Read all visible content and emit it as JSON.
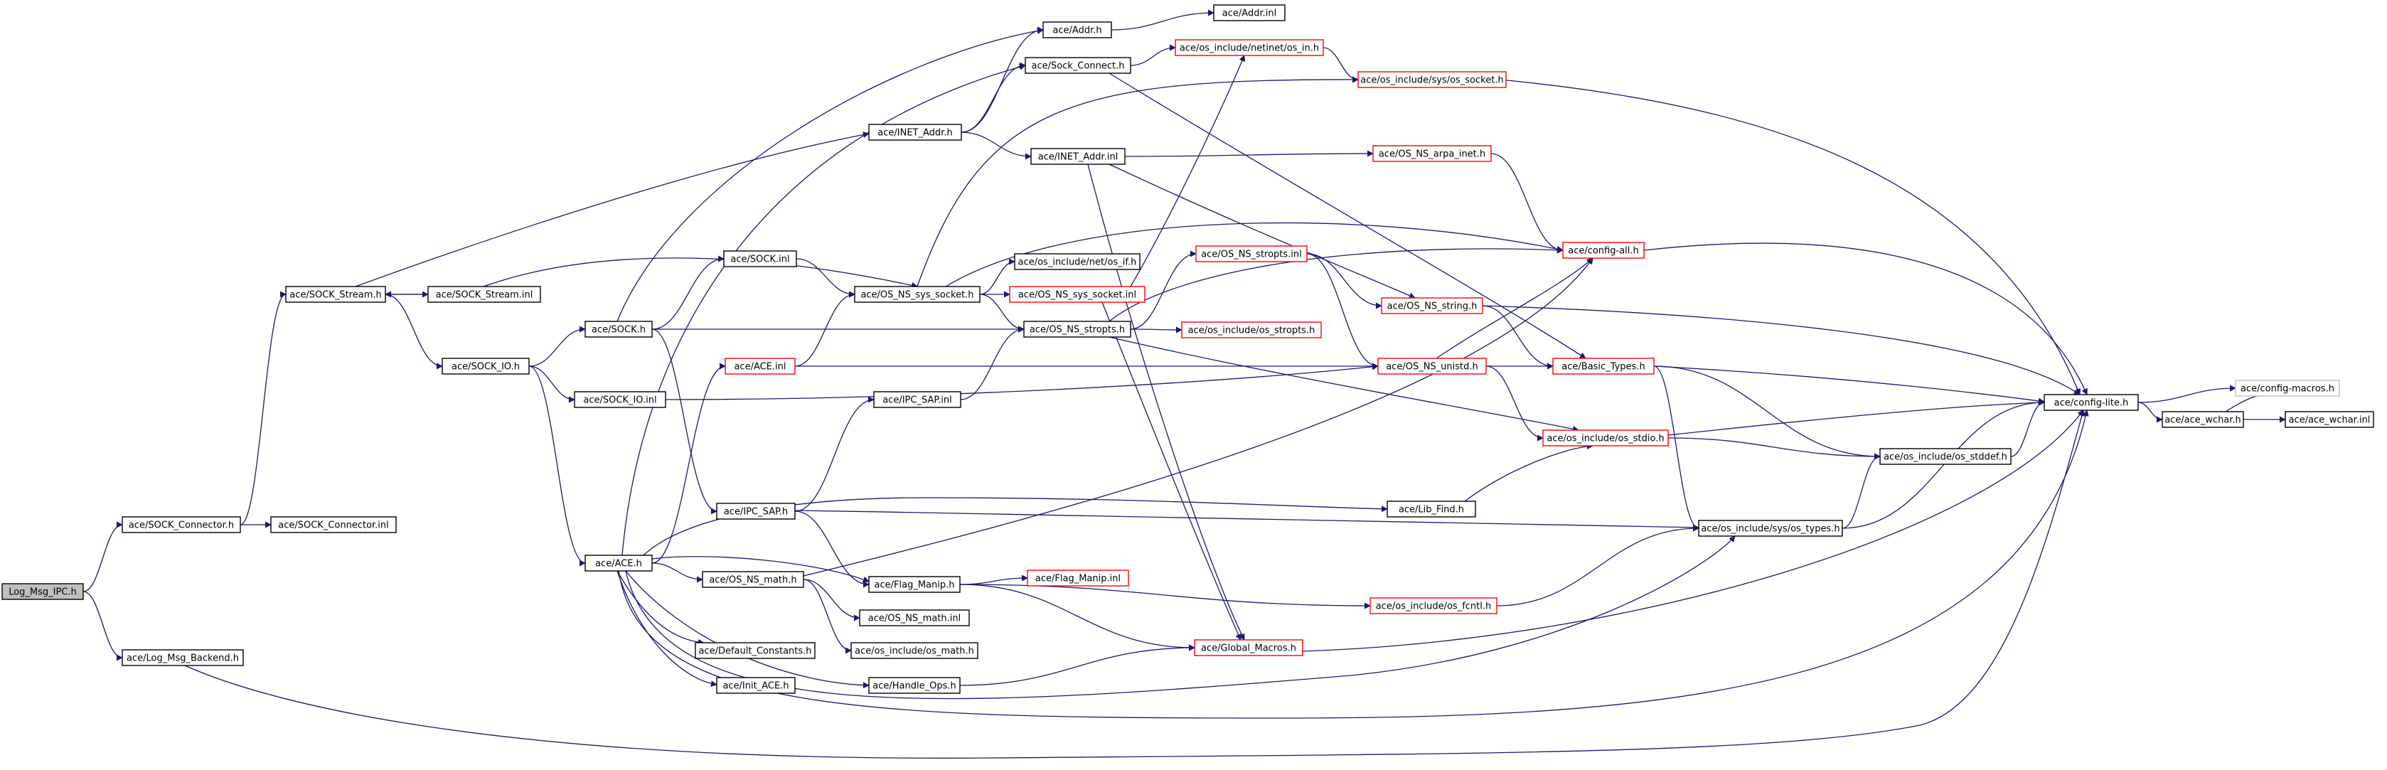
{
  "colors": {
    "edge": "#191970",
    "border_normal": "#000000",
    "border_truncated": "#ff0000",
    "border_external": "#bfbfbf",
    "fill_root": "#bfbfbf",
    "fill": "#ffffff",
    "text": "#000000"
  },
  "nodes": [
    {
      "id": "log_msg_ipc",
      "label": "Log_Msg_IPC.h",
      "kind": "root"
    },
    {
      "id": "sock_connector_h",
      "label": "ace/SOCK_Connector.h",
      "kind": "normal"
    },
    {
      "id": "log_msg_backend",
      "label": "ace/Log_Msg_Backend.h",
      "kind": "normal"
    },
    {
      "id": "sock_connector_inl",
      "label": "ace/SOCK_Connector.inl",
      "kind": "normal"
    },
    {
      "id": "sock_stream_h",
      "label": "ace/SOCK_Stream.h",
      "kind": "normal"
    },
    {
      "id": "sock_stream_inl",
      "label": "ace/SOCK_Stream.inl",
      "kind": "normal"
    },
    {
      "id": "sock_io_h",
      "label": "ace/SOCK_IO.h",
      "kind": "normal"
    },
    {
      "id": "sock_h",
      "label": "ace/SOCK.h",
      "kind": "normal"
    },
    {
      "id": "sock_io_inl",
      "label": "ace/SOCK_IO.inl",
      "kind": "normal"
    },
    {
      "id": "ace_h",
      "label": "ace/ACE.h",
      "kind": "normal"
    },
    {
      "id": "inet_addr_h",
      "label": "ace/INET_Addr.h",
      "kind": "normal"
    },
    {
      "id": "sock_inl",
      "label": "ace/SOCK.inl",
      "kind": "normal"
    },
    {
      "id": "ace_inl",
      "label": "ace/ACE.inl",
      "kind": "truncated"
    },
    {
      "id": "ipc_sap_inl",
      "label": "ace/IPC_SAP.inl",
      "kind": "normal"
    },
    {
      "id": "ipc_sap_h",
      "label": "ace/IPC_SAP.h",
      "kind": "normal"
    },
    {
      "id": "os_ns_math_h",
      "label": "ace/OS_NS_math.h",
      "kind": "normal"
    },
    {
      "id": "default_constants",
      "label": "ace/Default_Constants.h",
      "kind": "normal"
    },
    {
      "id": "init_ace",
      "label": "ace/Init_ACE.h",
      "kind": "normal"
    },
    {
      "id": "addr_h",
      "label": "ace/Addr.h",
      "kind": "normal"
    },
    {
      "id": "sock_connect_h",
      "label": "ace/Sock_Connect.h",
      "kind": "normal"
    },
    {
      "id": "inet_addr_inl",
      "label": "ace/INET_Addr.inl",
      "kind": "normal"
    },
    {
      "id": "os_ns_sys_socket_h",
      "label": "ace/OS_NS_sys_socket.h",
      "kind": "normal"
    },
    {
      "id": "os_ns_stropts_h",
      "label": "ace/OS_NS_stropts.h",
      "kind": "normal"
    },
    {
      "id": "os_include_net_if",
      "label": "ace/os_include/net/os_if.h",
      "kind": "normal"
    },
    {
      "id": "os_ns_sys_socket_inl",
      "label": "ace/OS_NS_sys_socket.inl",
      "kind": "truncated"
    },
    {
      "id": "flag_manip_h",
      "label": "ace/Flag_Manip.h",
      "kind": "normal"
    },
    {
      "id": "os_ns_math_inl",
      "label": "ace/OS_NS_math.inl",
      "kind": "normal"
    },
    {
      "id": "os_include_math",
      "label": "ace/os_include/os_math.h",
      "kind": "normal"
    },
    {
      "id": "handle_ops",
      "label": "ace/Handle_Ops.h",
      "kind": "normal"
    },
    {
      "id": "addr_inl",
      "label": "ace/Addr.inl",
      "kind": "normal"
    },
    {
      "id": "netinet_os_in",
      "label": "ace/os_include/netinet/os_in.h",
      "kind": "truncated"
    },
    {
      "id": "sys_os_socket",
      "label": "ace/os_include/sys/os_socket.h",
      "kind": "truncated"
    },
    {
      "id": "os_ns_arpa_inet",
      "label": "ace/OS_NS_arpa_inet.h",
      "kind": "truncated"
    },
    {
      "id": "config_all",
      "label": "ace/config-all.h",
      "kind": "truncated"
    },
    {
      "id": "os_ns_stropts_inl",
      "label": "ace/OS_NS_stropts.inl",
      "kind": "truncated"
    },
    {
      "id": "os_ns_string",
      "label": "ace/OS_NS_string.h",
      "kind": "truncated"
    },
    {
      "id": "os_include_stropts",
      "label": "ace/os_include/os_stropts.h",
      "kind": "truncated"
    },
    {
      "id": "os_ns_unistd",
      "label": "ace/OS_NS_unistd.h",
      "kind": "truncated"
    },
    {
      "id": "basic_types",
      "label": "ace/Basic_Types.h",
      "kind": "truncated"
    },
    {
      "id": "os_include_stdio",
      "label": "ace/os_include/os_stdio.h",
      "kind": "truncated"
    },
    {
      "id": "lib_find",
      "label": "ace/Lib_Find.h",
      "kind": "normal"
    },
    {
      "id": "sys_os_types",
      "label": "ace/os_include/sys/os_types.h",
      "kind": "normal"
    },
    {
      "id": "flag_manip_inl",
      "label": "ace/Flag_Manip.inl",
      "kind": "truncated"
    },
    {
      "id": "os_include_fcntl",
      "label": "ace/os_include/os_fcntl.h",
      "kind": "truncated"
    },
    {
      "id": "global_macros",
      "label": "ace/Global_Macros.h",
      "kind": "truncated"
    },
    {
      "id": "config_lite",
      "label": "ace/config-lite.h",
      "kind": "normal"
    },
    {
      "id": "os_include_stddef",
      "label": "ace/os_include/os_stddef.h",
      "kind": "normal"
    },
    {
      "id": "config_macros",
      "label": "ace/config-macros.h",
      "kind": "external"
    },
    {
      "id": "ace_wchar_h",
      "label": "ace/ace_wchar.h",
      "kind": "normal"
    },
    {
      "id": "ace_wchar_inl",
      "label": "ace/ace_wchar.inl",
      "kind": "normal"
    }
  ],
  "edges": [
    [
      "log_msg_ipc",
      "sock_connector_h"
    ],
    [
      "log_msg_ipc",
      "log_msg_backend"
    ],
    [
      "sock_connector_h",
      "sock_connector_inl"
    ],
    [
      "sock_connector_h",
      "sock_stream_h"
    ],
    [
      "log_msg_backend",
      "config_lite"
    ],
    [
      "sock_stream_h",
      "sock_stream_inl"
    ],
    [
      "sock_stream_inl",
      "sock_stream_h"
    ],
    [
      "sock_stream_h",
      "sock_io_h"
    ],
    [
      "sock_stream_h",
      "inet_addr_h"
    ],
    [
      "sock_stream_inl",
      "os_ns_sys_socket_h"
    ],
    [
      "sock_io_h",
      "sock_h"
    ],
    [
      "sock_io_h",
      "sock_io_inl"
    ],
    [
      "sock_io_h",
      "ace_h"
    ],
    [
      "sock_h",
      "sock_inl"
    ],
    [
      "sock_h",
      "addr_h"
    ],
    [
      "sock_h",
      "os_ns_stropts_h"
    ],
    [
      "sock_h",
      "ipc_sap_h"
    ],
    [
      "sock_io_inl",
      "os_ns_unistd"
    ],
    [
      "sock_inl",
      "os_ns_sys_socket_h"
    ],
    [
      "ace_h",
      "sock_connect_h"
    ],
    [
      "ace_h",
      "ace_inl"
    ],
    [
      "ace_h",
      "os_ns_math_h"
    ],
    [
      "ace_h",
      "flag_manip_h"
    ],
    [
      "ace_h",
      "default_constants"
    ],
    [
      "ace_h",
      "init_ace"
    ],
    [
      "ace_h",
      "handle_ops"
    ],
    [
      "ace_h",
      "lib_find"
    ],
    [
      "ace_h",
      "sys_os_types"
    ],
    [
      "ace_h",
      "config_lite"
    ],
    [
      "ace_inl",
      "os_ns_sys_socket_h"
    ],
    [
      "ace_inl",
      "os_ns_unistd"
    ],
    [
      "ipc_sap_h",
      "ipc_sap_inl"
    ],
    [
      "ipc_sap_h",
      "flag_manip_h"
    ],
    [
      "ipc_sap_h",
      "sys_os_types"
    ],
    [
      "ipc_sap_inl",
      "os_ns_stropts_h"
    ],
    [
      "os_ns_math_h",
      "os_ns_math_inl"
    ],
    [
      "os_ns_math_h",
      "os_include_math"
    ],
    [
      "os_ns_math_h",
      "config_all"
    ],
    [
      "inet_addr_h",
      "addr_h"
    ],
    [
      "inet_addr_h",
      "sock_connect_h"
    ],
    [
      "inet_addr_h",
      "inet_addr_inl"
    ],
    [
      "addr_h",
      "addr_inl"
    ],
    [
      "sock_connect_h",
      "netinet_os_in"
    ],
    [
      "sock_connect_h",
      "basic_types"
    ],
    [
      "inet_addr_inl",
      "os_ns_arpa_inet"
    ],
    [
      "inet_addr_inl",
      "os_ns_string"
    ],
    [
      "inet_addr_inl",
      "global_macros"
    ],
    [
      "os_ns_sys_socket_h",
      "os_include_net_if"
    ],
    [
      "os_ns_sys_socket_h",
      "os_ns_sys_socket_inl"
    ],
    [
      "os_ns_sys_socket_h",
      "os_ns_stropts_h"
    ],
    [
      "os_ns_sys_socket_h",
      "sys_os_socket"
    ],
    [
      "os_ns_sys_socket_h",
      "config_all"
    ],
    [
      "os_ns_sys_socket_inl",
      "netinet_os_in"
    ],
    [
      "os_ns_sys_socket_inl",
      "global_macros"
    ],
    [
      "os_ns_stropts_h",
      "os_ns_stropts_inl"
    ],
    [
      "os_ns_stropts_h",
      "os_include_stropts"
    ],
    [
      "os_ns_stropts_h",
      "os_include_stdio"
    ],
    [
      "os_ns_stropts_h",
      "config_all"
    ],
    [
      "os_ns_stropts_inl",
      "os_ns_string"
    ],
    [
      "os_ns_stropts_inl",
      "os_ns_unistd"
    ],
    [
      "flag_manip_h",
      "flag_manip_inl"
    ],
    [
      "flag_manip_h",
      "os_include_fcntl"
    ],
    [
      "flag_manip_h",
      "global_macros"
    ],
    [
      "handle_ops",
      "global_macros"
    ],
    [
      "netinet_os_in",
      "sys_os_socket"
    ],
    [
      "sys_os_socket",
      "config_lite"
    ],
    [
      "os_ns_arpa_inet",
      "config_all"
    ],
    [
      "config_all",
      "config_lite"
    ],
    [
      "os_ns_string",
      "basic_types"
    ],
    [
      "os_ns_string",
      "config_lite"
    ],
    [
      "os_ns_unistd",
      "config_all"
    ],
    [
      "os_ns_unistd",
      "basic_types"
    ],
    [
      "os_ns_unistd",
      "os_include_stdio"
    ],
    [
      "basic_types",
      "config_lite"
    ],
    [
      "basic_types",
      "os_include_stddef"
    ],
    [
      "basic_types",
      "sys_os_types"
    ],
    [
      "os_include_stdio",
      "os_include_stddef"
    ],
    [
      "os_include_stdio",
      "config_lite"
    ],
    [
      "lib_find",
      "os_include_stdio"
    ],
    [
      "sys_os_types",
      "os_include_stddef"
    ],
    [
      "sys_os_types",
      "config_lite"
    ],
    [
      "os_include_fcntl",
      "sys_os_types"
    ],
    [
      "global_macros",
      "config_lite"
    ],
    [
      "os_include_stddef",
      "config_lite"
    ],
    [
      "config_lite",
      "config_macros"
    ],
    [
      "config_lite",
      "ace_wchar_h"
    ],
    [
      "ace_wchar_h",
      "config_macros"
    ],
    [
      "ace_wchar_h",
      "ace_wchar_inl"
    ]
  ]
}
